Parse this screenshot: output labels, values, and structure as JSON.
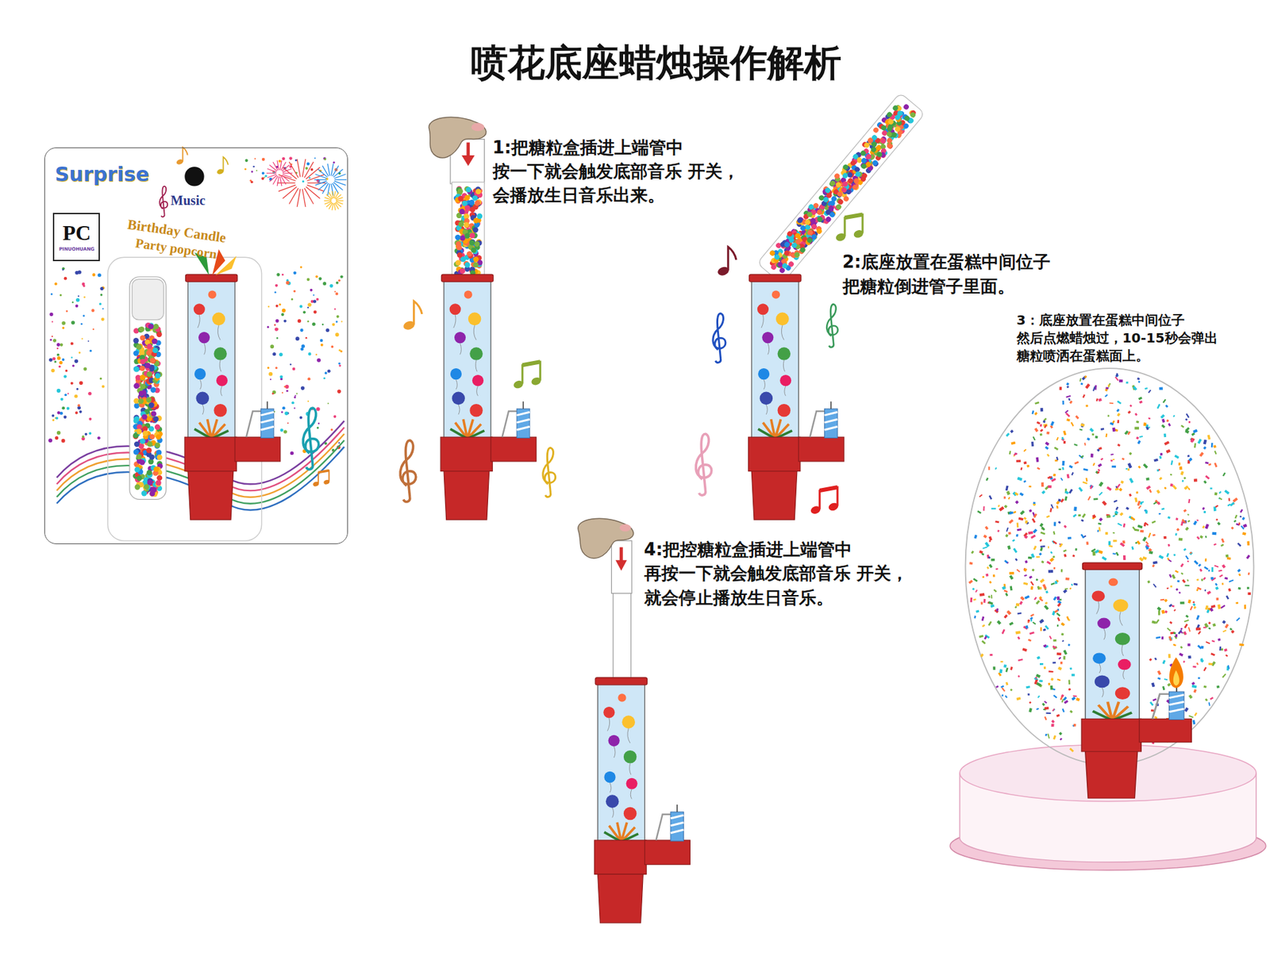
{
  "diagram": {
    "title": "喷花底座蜡烛操作解析",
    "nodes": [
      {
        "text": [
          "Surprise",
          "Music",
          "Birthday Candle",
          "Party popcorn"
        ]
      },
      {
        "text": [
          "PC",
          "PINUOHUANG"
        ],
        "in": 0
      }
    ],
    "labels": [
      "1:把糖粒盒插进上端管中 按一下就会触发底部音乐 开关，会播放生日音乐出来。",
      "2:底座放置在蛋糕中间位子 把糖粒倒进管子里面。",
      "3：底座放置在蛋糕中间位子 然后点燃蜡烛过，10-15秒会弹出 糖粒喷洒在蛋糕面上。",
      "4:把控糖粒盒插进上端管中 再按一下就会触发底部音乐 开关，就会停止播放生日音乐。"
    ]
  }
}
